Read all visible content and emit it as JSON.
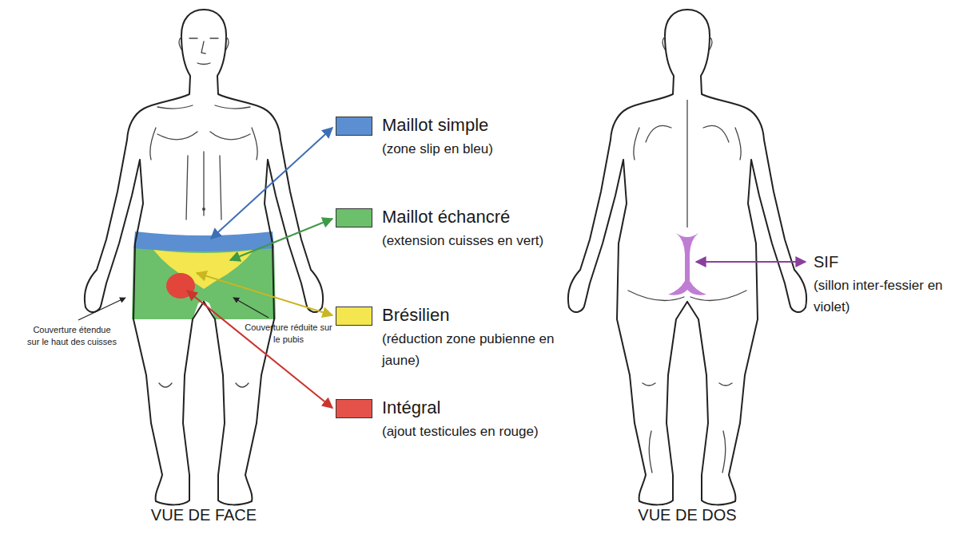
{
  "diagram": {
    "nodes": [
      {
        "text": [
          "Maillot simple",
          "(zone slip en bleu)"
        ]
      },
      {
        "text": [
          "Maillot échancré",
          "(extension cuisses en vert)"
        ]
      },
      {
        "text": [
          "Brésilien",
          "(réduction zone pubienne en jaune)"
        ]
      },
      {
        "text": [
          "Intégral",
          "(ajout testicules en rouge)"
        ]
      },
      {
        "text": [
          "SIF",
          "(sillon inter-fessier en violet)"
        ]
      }
    ],
    "labels": [
      "Couverture étendue sur le haut des cuisses",
      "Couverture réduite sur le pubis",
      "VUE DE FACE",
      "VUE DE DOS"
    ]
  }
}
